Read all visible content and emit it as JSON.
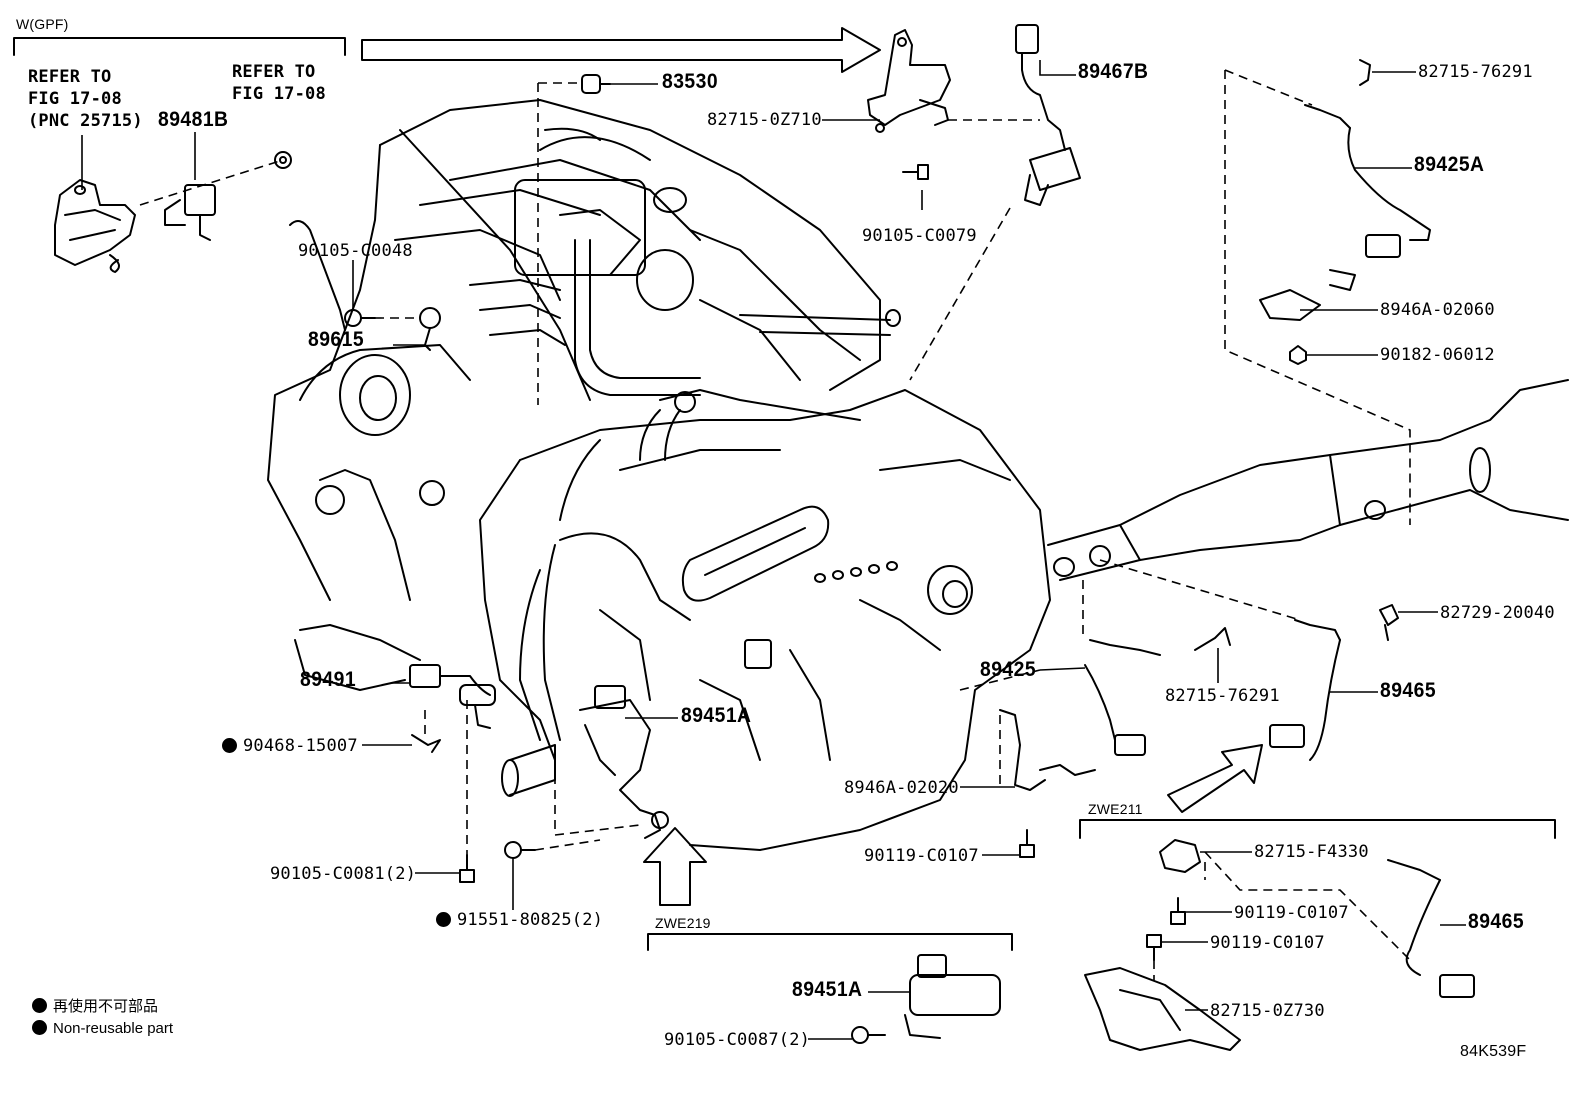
{
  "sections": {
    "w_gpf": "W(GPF)",
    "zwe219": "ZWE219",
    "zwe211": "ZWE211"
  },
  "refs": {
    "left_line1": "REFER TO",
    "left_line2": "FIG 17-08",
    "left_line3": "(PNC 25715)",
    "right_line1": "REFER TO",
    "right_line2": "FIG 17-08"
  },
  "parts": {
    "p89481B": "89481B",
    "p83530": "83530",
    "p82715_0Z710": "82715-0Z710",
    "p89467B": "89467B",
    "p90105_C0079": "90105-C0079",
    "p82715_76291_top": "82715-76291",
    "p89425A": "89425A",
    "p8946A_02060": "8946A-02060",
    "p90182_06012": "90182-06012",
    "p90105_C0048": "90105-C0048",
    "p89615": "89615",
    "p89491": "89491",
    "p90468_15007": "90468-15007",
    "p89451A": "89451A",
    "p89425": "89425",
    "p82729_20040": "82729-20040",
    "p82715_76291_mid": "82715-76291",
    "p89465": "89465",
    "p8946A_02020": "8946A-02020",
    "p90119_C0107_a": "90119-C0107",
    "p90105_C0081": "90105-C0081(2)",
    "p91551_80825": "91551-80825(2)",
    "p82715_F4330": "82715-F4330",
    "p90119_C0107_b": "90119-C0107",
    "p89465_b": "89465",
    "p90119_C0107_c": "90119-C0107",
    "p82715_0Z730": "82715-0Z730",
    "p89451A_b": "89451A",
    "p90105_C0087": "90105-C0087(2)"
  },
  "legend": {
    "jp": "再使用不可部品",
    "en": "Non-reusable part"
  },
  "figure_code": "84K539F"
}
